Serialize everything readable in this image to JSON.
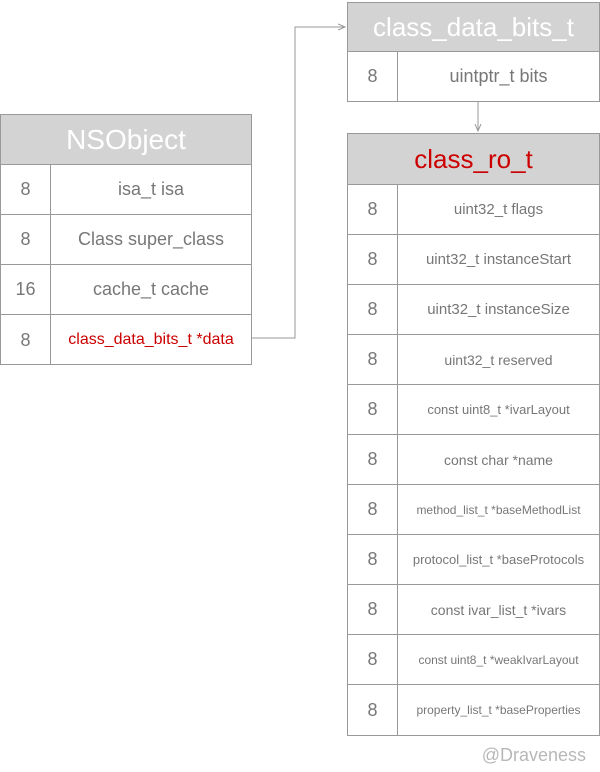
{
  "nsobject": {
    "title": "NSObject",
    "rows": [
      {
        "size": "8",
        "field": "isa_t isa"
      },
      {
        "size": "8",
        "field": "Class super_class"
      },
      {
        "size": "16",
        "field": "cache_t cache"
      },
      {
        "size": "8",
        "field": "class_data_bits_t *data"
      }
    ]
  },
  "class_data_bits": {
    "title": "class_data_bits_t",
    "rows": [
      {
        "size": "8",
        "field": "uintptr_t bits"
      }
    ]
  },
  "class_ro": {
    "title": "class_ro_t",
    "rows": [
      {
        "size": "8",
        "field": "uint32_t flags"
      },
      {
        "size": "8",
        "field": "uint32_t instanceStart"
      },
      {
        "size": "8",
        "field": "uint32_t instanceSize"
      },
      {
        "size": "8",
        "field": "uint32_t reserved"
      },
      {
        "size": "8",
        "field": "const uint8_t *ivarLayout"
      },
      {
        "size": "8",
        "field": "const char *name"
      },
      {
        "size": "8",
        "field": "method_list_t *baseMethodList"
      },
      {
        "size": "8",
        "field": "protocol_list_t *baseProtocols"
      },
      {
        "size": "8",
        "field": "const ivar_list_t *ivars"
      },
      {
        "size": "8",
        "field": "const uint8_t *weakIvarLayout"
      },
      {
        "size": "8",
        "field": "property_list_t *baseProperties"
      }
    ]
  },
  "watermark": "@Draveness",
  "colors": {
    "header_bg": "#d3d3d3",
    "border": "#999999",
    "text": "#777777",
    "highlight": "#cc0000",
    "watermark": "#b8b8b8"
  }
}
